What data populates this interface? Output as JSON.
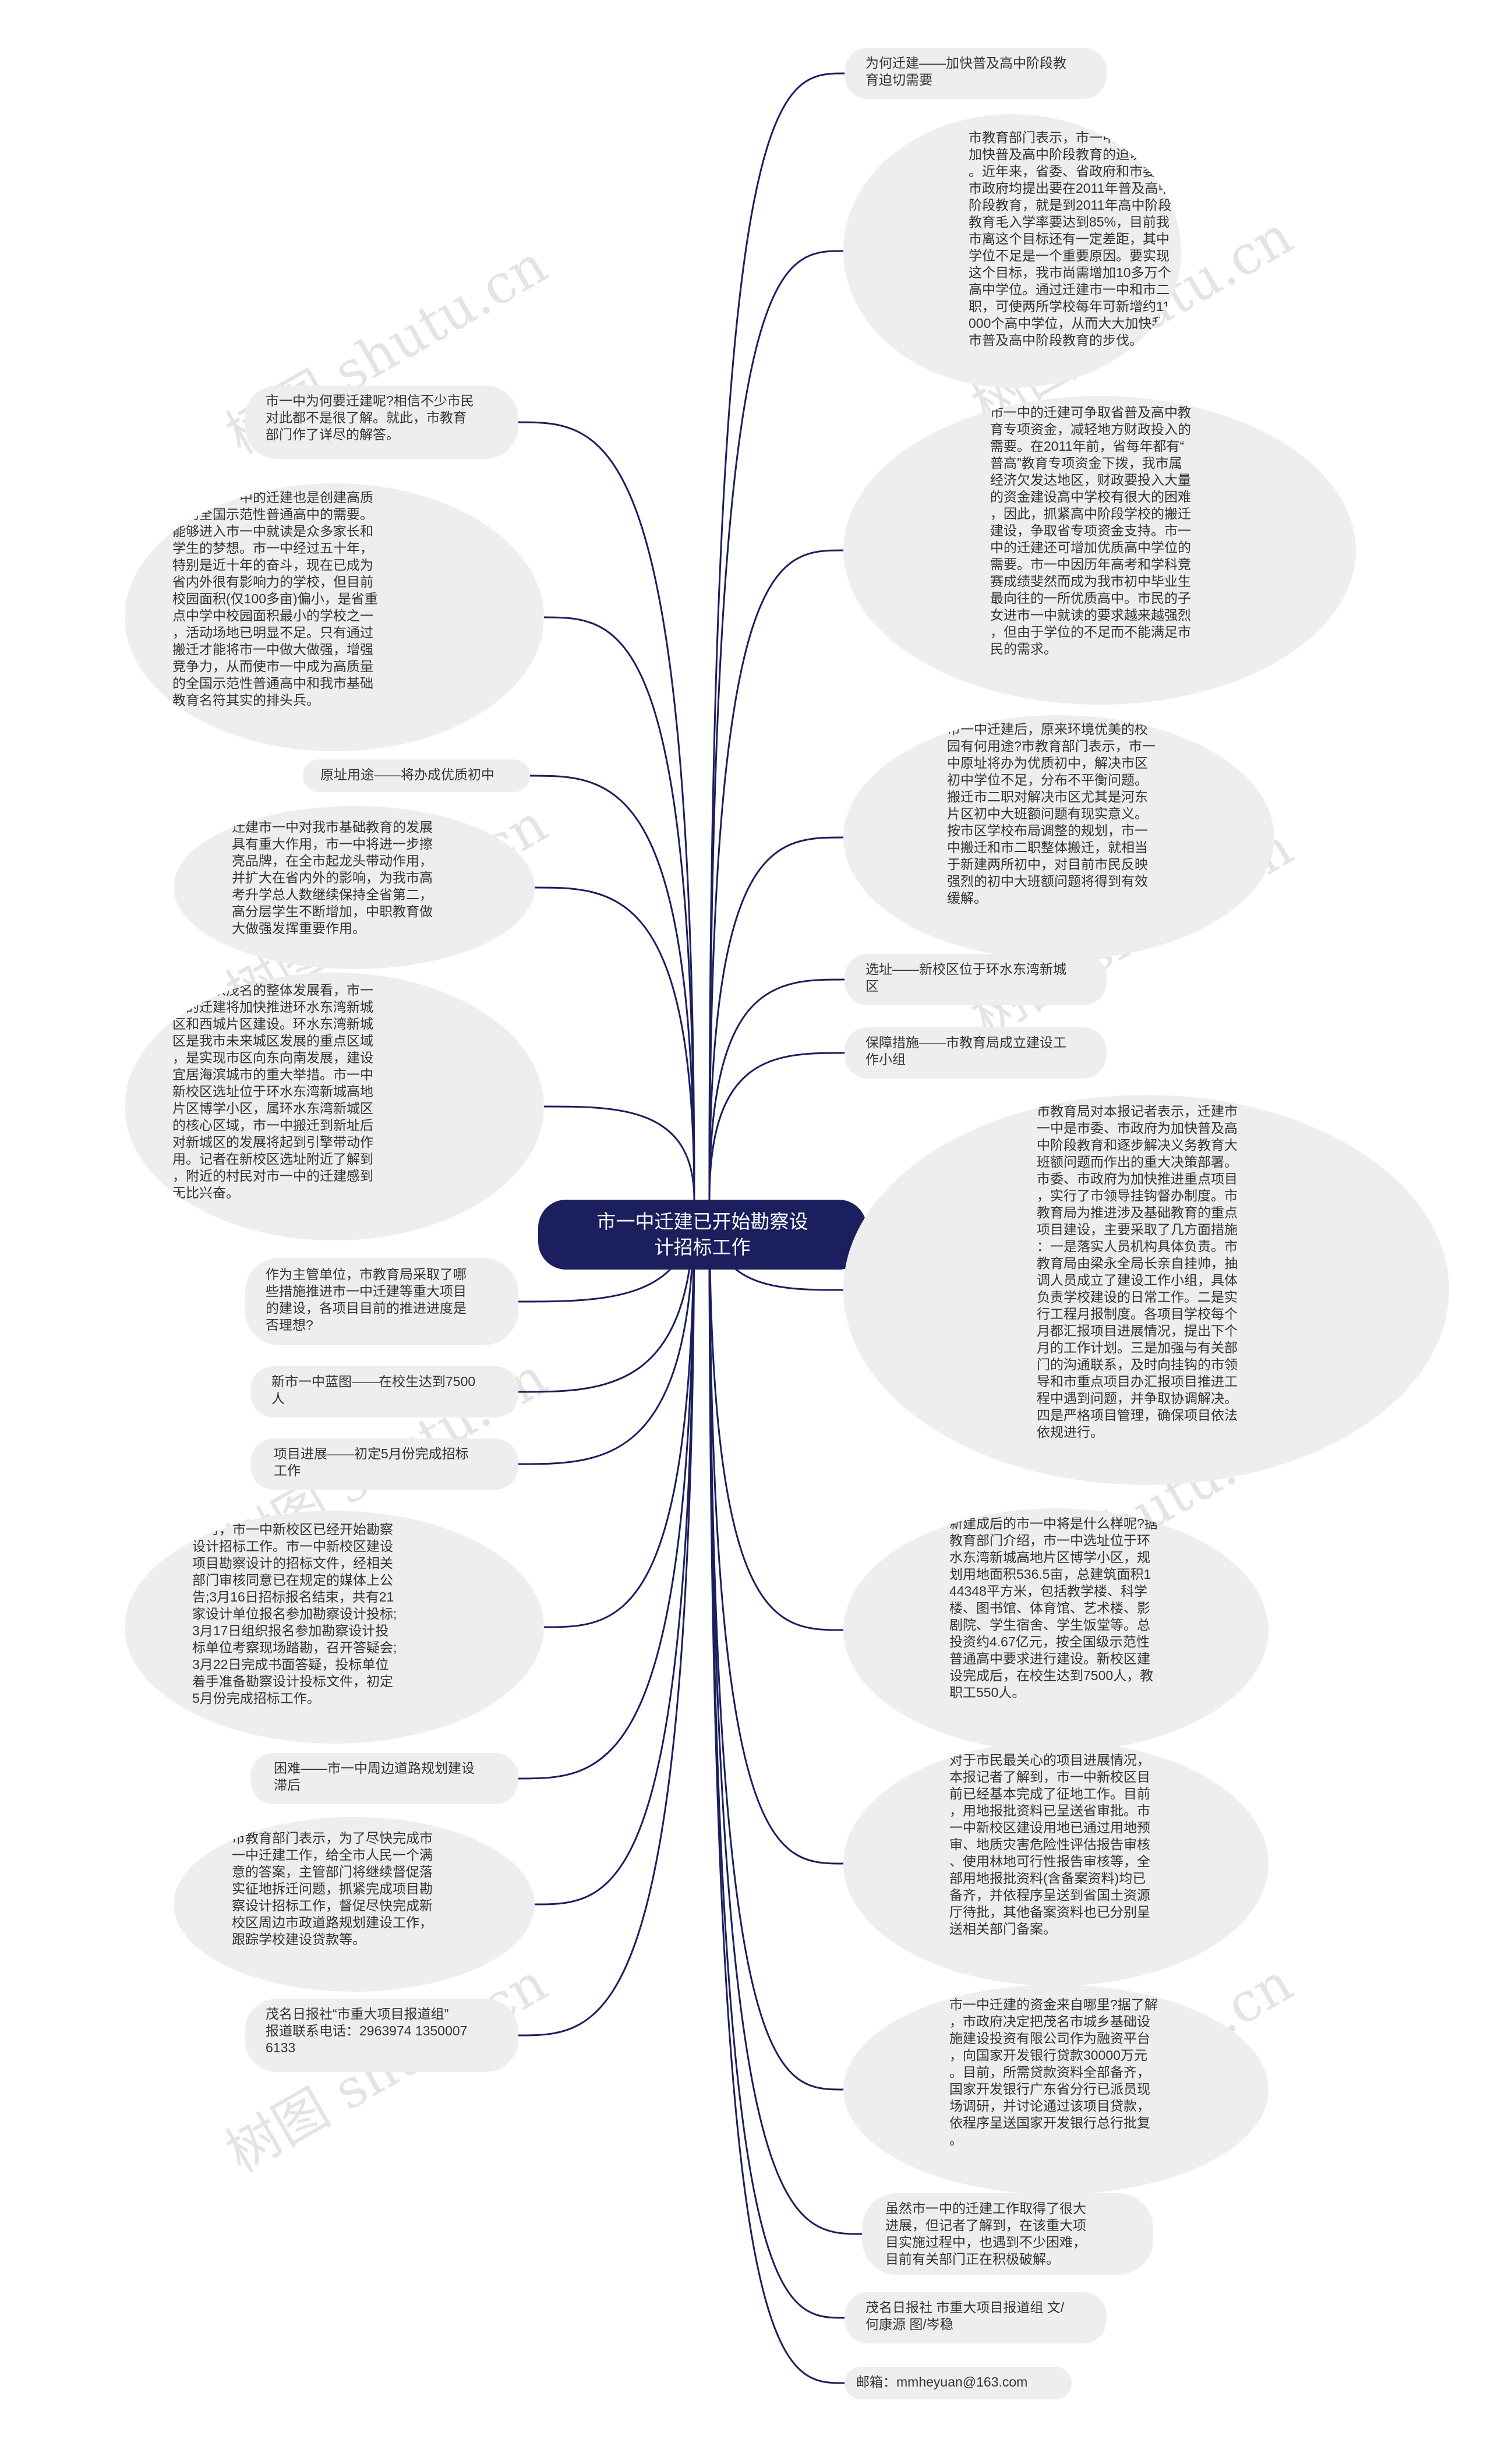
{
  "root": {
    "title": "市一中迁建已开始勘察设\n计招标工作"
  },
  "right": [
    {
      "id": "r1",
      "text": "为何迁建——加快普及高中阶段教\n育迫切需要"
    },
    {
      "id": "r2",
      "text": "市教育部门表示，市一中的迁建是\n加快普及高中阶段教育的迫切需要\n。近年来，省委、省政府和市委、\n市政府均提出要在2011年普及高中\n阶段教育，就是到2011年高中阶段\n教育毛入学率要达到85%，目前我\n市离这个目标还有一定差距，其中\n学位不足是一个重要原因。要实现\n这个目标，我市尚需增加10多万个\n高中学位。通过迁建市一中和市二\n职，可使两所学校每年可新增约11\n000个高中学位，从而大大加快我\n市普及高中阶段教育的步伐。"
    },
    {
      "id": "r3",
      "text": "市一中的迁建可争取省普及高中教\n育专项资金，减轻地方财政投入的\n需要。在2011年前，省每年都有“\n普高”教育专项资金下拨，我市属\n经济欠发达地区，财政要投入大量\n的资金建设高中学校有很大的困难\n，因此，抓紧高中阶段学校的搬迁\n建设，争取省专项资金支持。市一\n中的迁建还可增加优质高中学位的\n需要。市一中因历年高考和学科竞\n赛成绩斐然而成为我市初中毕业生\n最向往的一所优质高中。市民的子\n女进市一中就读的要求越来越强烈\n，但由于学位的不足而不能满足市\n民的需求。"
    },
    {
      "id": "r4",
      "text": "市一中迁建后，原来环境优美的校\n园有何用途?市教育部门表示，市一\n中原址将办为优质初中，解决市区\n初中学位不足，分布不平衡问题。\n搬迁市二职对解决市区尤其是河东\n片区初中大班额问题有现实意义。\n按市区学校布局调整的规划，市一\n中搬迁和市二职整体搬迁，就相当\n于新建两所初中，对目前市民反映\n强烈的初中大班额问题将得到有效\n缓解。"
    },
    {
      "id": "r5",
      "text": "选址——新校区位于环水东湾新城\n区"
    },
    {
      "id": "r6",
      "text": "保障措施——市教育局成立建设工\n作小组"
    },
    {
      "id": "r7",
      "text": "市教育局对本报记者表示，迁建市\n一中是市委、市政府为加快普及高\n中阶段教育和逐步解决义务教育大\n班额问题而作出的重大决策部署。\n市委、市政府为加快推进重点项目\n，实行了市领导挂钩督办制度。市\n教育局为推进涉及基础教育的重点\n项目建设，主要采取了几方面措施\n：一是落实人员机构具体负责。市\n教育局由梁永全局长亲自挂帅，抽\n调人员成立了建设工作小组，具体\n负责学校建设的日常工作。二是实\n行工程月报制度。各项目学校每个\n月都汇报项目进展情况，提出下个\n月的工作计划。三是加强与有关部\n门的沟通联系，及时向挂钩的市领\n导和市重点项目办汇报项目推进工\n程中遇到问题，并争取协调解决。\n四是严格项目管理，确保项目依法\n依规进行。"
    },
    {
      "id": "r8",
      "text": "新建成后的市一中将是什么样呢?据\n教育部门介绍，市一中选址位于环\n水东湾新城高地片区博学小区，规\n划用地面积536.5亩，总建筑面积1\n44348平方米，包括教学楼、科学\n楼、图书馆、体育馆、艺术楼、影\n剧院、学生宿舍、学生饭堂等。总\n投资约4.67亿元，按全国级示范性\n普通高中要求进行建设。新校区建\n设完成后，在校生达到7500人，教\n职工550人。"
    },
    {
      "id": "r9",
      "text": "对于市民最关心的项目进展情况，\n本报记者了解到，市一中新校区目\n前已经基本完成了征地工作。目前\n，用地报批资料已呈送省审批。市\n一中新校区建设用地已通过用地预\n审、地质灾害危险性评估报告审核\n、使用林地可行性报告审核等，全\n部用地报批资料(含备案资料)均已\n备齐，并依程序呈送到省国土资源\n厅待批，其他备案资料也已分别呈\n送相关部门备案。"
    },
    {
      "id": "r10",
      "text": "市一中迁建的资金来自哪里?据了解\n，市政府决定把茂名市城乡基础设\n施建设投资有限公司作为融资平台\n，向国家开发银行贷款30000万元\n。目前，所需贷款资料全部备齐，\n国家开发银行广东省分行已派员现\n场调研，并讨论通过该项目贷款，\n依程序呈送国家开发银行总行批复\n。"
    },
    {
      "id": "r11",
      "text": "虽然市一中的迁建工作取得了很大\n进展，但记者了解到，在该重大项\n目实施过程中，也遇到不少困难，\n目前有关部门正在积极破解。"
    },
    {
      "id": "r12",
      "text": "茂名日报社 市重大项目报道组 文/\n何康源 图/岑稳"
    },
    {
      "id": "r13",
      "text": "邮箱：mmheyuan@163.com"
    }
  ],
  "left": [
    {
      "id": "l1",
      "text": "市一中为何要迁建呢?相信不少市民\n对此都不是很了解。就此，市教育\n部门作了详尽的解答。"
    },
    {
      "id": "l2",
      "text": "同时，市一中的迁建也是创建高质\n量的全国示范性普通高中的需要。\n能够进入市一中就读是众多家长和\n学生的梦想。市一中经过五十年，\n特别是近十年的奋斗，现在已成为\n省内外很有影响力的学校，但目前\n校园面积(仅100多亩)偏小，是省重\n点中学中校园面积最小的学校之一\n，活动场地已明显不足。只有通过\n搬迁才能将市一中做大做强，增强\n竞争力，从而使市一中成为高质量\n的全国示范性普通高中和我市基础\n教育名符其实的排头兵。"
    },
    {
      "id": "l3",
      "text": "原址用途——将办成优质初中"
    },
    {
      "id": "l4",
      "text": "迁建市一中对我市基础教育的发展\n具有重大作用，市一中将进一步擦\n亮品牌，在全市起龙头带动作用，\n并扩大在省内外的影响，为我市高\n考升学总人数继续保持全省第二，\n高分层学生不断增加，中职教育做\n大做强发挥重要作用。"
    },
    {
      "id": "l5",
      "text": "另外，从茂名的整体发展看，市一\n中的迁建将加快推进环水东湾新城\n区和西城片区建设。环水东湾新城\n区是我市未来城区发展的重点区域\n，是实现市区向东向南发展，建设\n宜居海滨城市的重大举措。市一中\n新校区选址位于环水东湾新城高地\n片区博学小区，属环水东湾新城区\n的核心区域，市一中搬迁到新址后\n对新城区的发展将起到引擎带动作\n用。记者在新校区选址附近了解到\n，附近的村民对市一中的迁建感到\n无比兴奋。"
    },
    {
      "id": "l6",
      "text": "作为主管单位，市教育局采取了哪\n些措施推进市一中迁建等重大项目\n的建设，各项目目前的推进进度是\n否理想?"
    },
    {
      "id": "l7",
      "text": "新市一中蓝图——在校生达到7500\n人"
    },
    {
      "id": "l8",
      "text": "项目进展——初定5月份完成招标\n工作"
    },
    {
      "id": "l9",
      "text": "同时，市一中新校区已经开始勘察\n设计招标工作。市一中新校区建设\n项目勘察设计的招标文件，经相关\n部门审核同意已在规定的媒体上公\n告;3月16日招标报名结束，共有21\n家设计单位报名参加勘察设计投标;\n3月17日组织报名参加勘察设计投\n标单位考察现场踏勘，召开答疑会;\n3月22日完成书面答疑，投标单位\n着手准备勘察设计投标文件，初定\n5月份完成招标工作。"
    },
    {
      "id": "l10",
      "text": "困难——市一中周边道路规划建设\n滞后"
    },
    {
      "id": "l11",
      "text": "市教育部门表示，为了尽快完成市\n一中迁建工作，给全市人民一个满\n意的答案，主管部门将继续督促落\n实征地拆迁问题，抓紧完成项目勘\n察设计招标工作，督促尽快完成新\n校区周边市政道路规划建设工作，\n跟踪学校建设贷款等。"
    },
    {
      "id": "l12",
      "text": "茂名日报社“市重大项目报道组”\n报道联系电话：2963974 1350007\n6133"
    }
  ],
  "watermark": "树图 shutu.cn",
  "colors": {
    "root_bg": "#1b1f5e",
    "node_bg": "#eeeeee",
    "link": "#1b1f5e",
    "text": "#333333"
  }
}
